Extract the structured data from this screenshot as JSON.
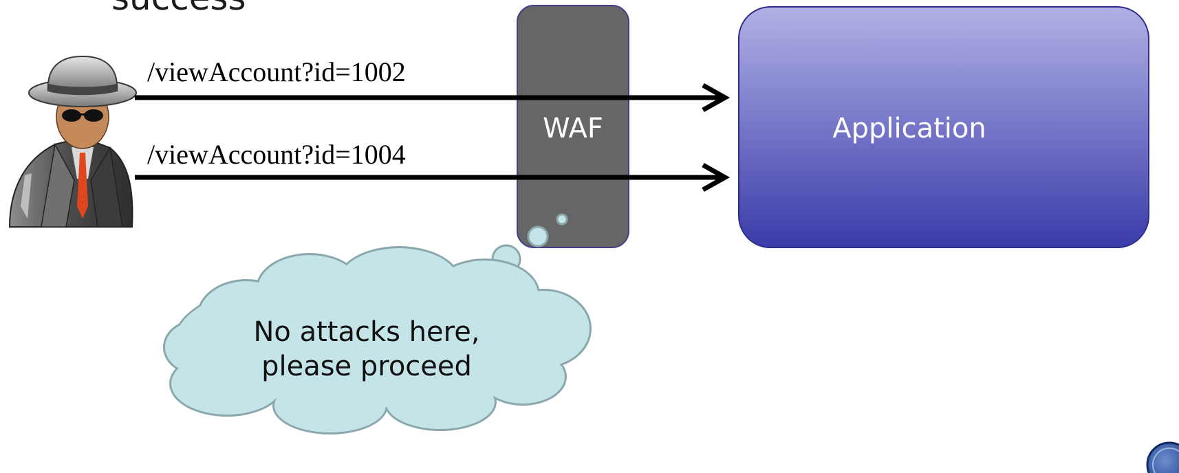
{
  "heading": "success",
  "requests": [
    {
      "url": "/viewAccount?id=1002"
    },
    {
      "url": "/viewAccount?id=1004"
    }
  ],
  "waf": {
    "label": "WAF"
  },
  "application": {
    "label": "Application"
  },
  "thought": {
    "line1": "No attacks here,",
    "line2": "please proceed"
  },
  "icons": {
    "attacker": "spy-attacker-icon",
    "corner": "navigation-button-icon"
  },
  "colors": {
    "waf_fill": "#666666",
    "app_gradient_top": "#b1b1e6",
    "app_gradient_bottom": "#3a3ba9",
    "cloud_fill": "#c4e4e8",
    "cloud_stroke": "#8aa7ad",
    "arrow": "#000000"
  }
}
